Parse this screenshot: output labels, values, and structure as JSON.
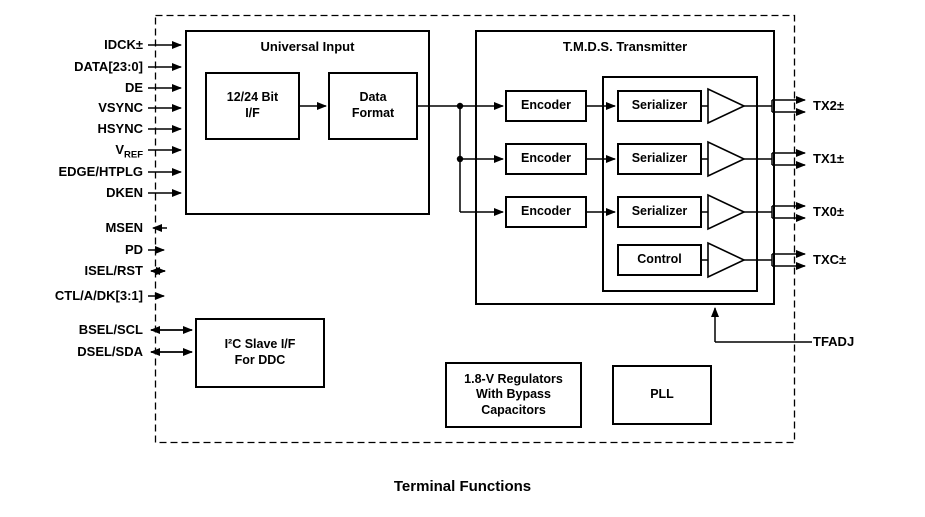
{
  "palette": {
    "ink": "#000000",
    "background": "#ffffff"
  },
  "caption": "Terminal Functions",
  "pins": {
    "left": [
      {
        "label": "IDCK±",
        "dir": "in"
      },
      {
        "label": "DATA[23:0]",
        "dir": "in"
      },
      {
        "label": "DE",
        "dir": "in"
      },
      {
        "label": "VSYNC",
        "dir": "in"
      },
      {
        "label": "HSYNC",
        "dir": "in"
      },
      {
        "label": "V",
        "sub": "REF",
        "dir": "in"
      },
      {
        "label": "EDGE/HTPLG",
        "dir": "in"
      },
      {
        "label": "DKEN",
        "dir": "in"
      },
      {
        "label": "MSEN",
        "dir": "out"
      },
      {
        "label": "PD",
        "dir": "in"
      },
      {
        "label": "ISEL/RST",
        "dir": "bidirectional"
      },
      {
        "label": "CTL/A/DK[3:1]",
        "dir": "in"
      },
      {
        "label": "BSEL/SCL",
        "dir": "bidirectional"
      },
      {
        "label": "DSEL/SDA",
        "dir": "bidirectional"
      }
    ],
    "right": [
      {
        "label": "TX2±",
        "dir": "out"
      },
      {
        "label": "TX1±",
        "dir": "out"
      },
      {
        "label": "TX0±",
        "dir": "out"
      },
      {
        "label": "TXC±",
        "dir": "out"
      },
      {
        "label": "TFADJ",
        "dir": "in"
      }
    ]
  },
  "blocks": {
    "universal_input": {
      "title": "Universal Input"
    },
    "if_1224": {
      "lines": [
        "12/24 Bit",
        "I/F"
      ]
    },
    "data_format": {
      "lines": [
        "Data",
        "Format"
      ]
    },
    "tmds": {
      "title": "T.M.D.S. Transmitter"
    },
    "encoders": [
      "Encoder",
      "Encoder",
      "Encoder"
    ],
    "serializers": [
      "Serializer",
      "Serializer",
      "Serializer"
    ],
    "control": {
      "label": "Control"
    },
    "i2c": {
      "lines": [
        "I²C Slave I/F",
        "For DDC"
      ]
    },
    "regulator": {
      "lines": [
        "1.8-V Regulators",
        "With Bypass",
        "Capacitors"
      ]
    },
    "pll": {
      "label": "PLL"
    }
  }
}
